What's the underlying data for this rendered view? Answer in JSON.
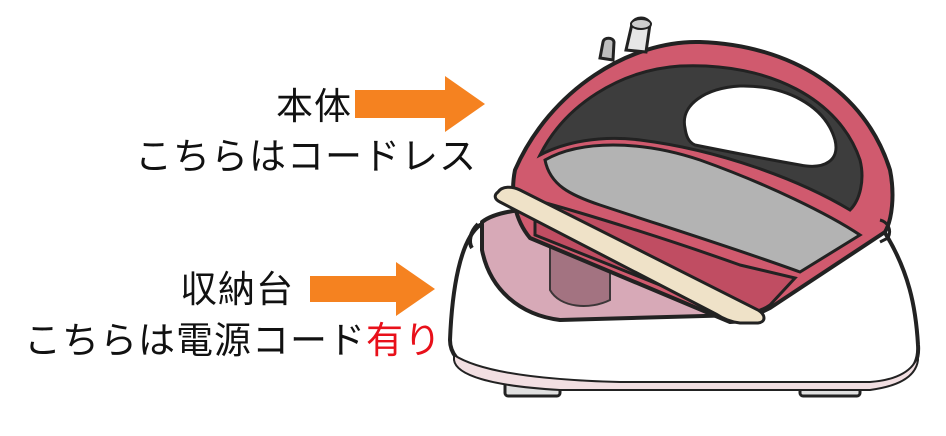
{
  "labels": {
    "body_title": "本体",
    "body_note": "こちらはコードレス",
    "base_title": "収納台",
    "base_note_main": "こちらは電源コード",
    "base_note_emphasis": "有り"
  },
  "colors": {
    "arrow": "#f58220",
    "emphasis": "#e8101a",
    "iron_body": "#d05a6e",
    "iron_shell": "#3d3d3d",
    "iron_plate": "#b3b3b3",
    "base": "#ffffff"
  },
  "icons": {
    "body_arrow": "right-arrow-icon",
    "base_arrow": "right-arrow-icon",
    "illustration": "cordless-iron-illustration"
  }
}
